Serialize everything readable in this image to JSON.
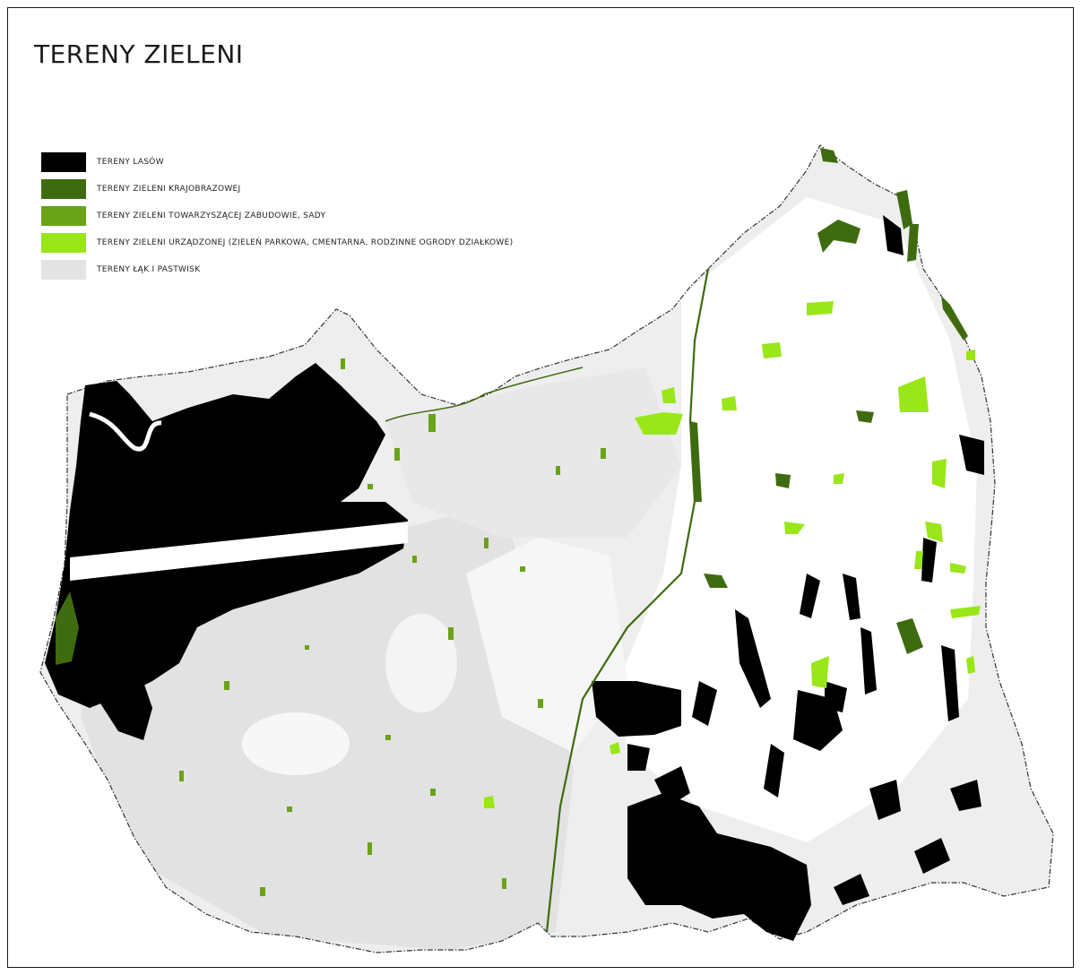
{
  "map": {
    "title": "TERENY ZIELENI",
    "legend": [
      {
        "label": "TERENY LASÓW",
        "color": "#000000"
      },
      {
        "label": "TERENY ZIELENI KRAJOBRAZOWEJ",
        "color": "#3f6b10"
      },
      {
        "label": "TERENY ZIELENI TOWARZYSZĄCEJ ZABUDOWIE, SADY",
        "color": "#6aa318"
      },
      {
        "label": "TERENY ZIELENI URZĄDZONEJ (ZIELEŃ PARKOWA, CMENTARNA, RODZINNE OGRODY DZIAŁKOWE)",
        "color": "#99e619"
      },
      {
        "label": "TERENY ŁĄK I PASTWISK",
        "color": "#e4e4e4"
      }
    ]
  }
}
